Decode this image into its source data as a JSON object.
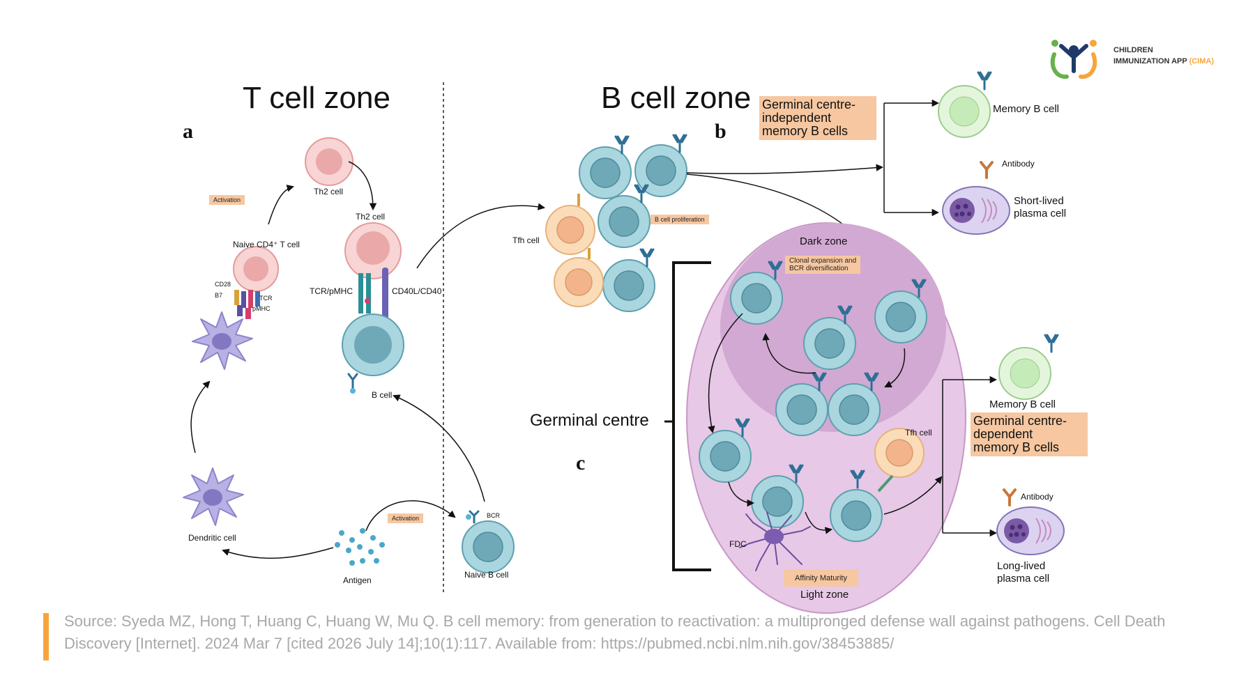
{
  "logo": {
    "line1": "CHILDREN",
    "line2": "IMMUNIZATION APP",
    "accent": "(CIMA)",
    "brand_orange": "#f7a53b",
    "brand_green": "#6ab04c",
    "brand_navy": "#1f3a68"
  },
  "titles": {
    "t_zone": "T cell zone",
    "b_zone": "B cell zone"
  },
  "panels": {
    "a": "a",
    "b": "b",
    "c": "c"
  },
  "labels": {
    "th2_top": "Th2 cell",
    "th2_mid": "Th2 cell",
    "naive_cd4": "Naive CD4⁺ T cell",
    "cd28": "CD28",
    "b7": "B7",
    "tcr": "TCR",
    "pmhc": "pMHC",
    "tcr_pmhc": "TCR/pMHC",
    "cd40": "CD40L/CD40",
    "b_cell": "B cell",
    "dendritic": "Dendritic cell",
    "antigen": "Antigen",
    "bcr": "BCR",
    "naive_b": "Naive B cell",
    "tfh_b": "Tfh cell",
    "memory_b_top": "Memory B cell",
    "antibody_top": "Antibody",
    "short_lived": "Short-lived\nplasma cell",
    "dark_zone": "Dark zone",
    "tfh_c": "Tfh cell",
    "memory_b_right": "Memory B cell",
    "antibody_right": "Antibody",
    "long_lived": "Long-lived\nplasma cell",
    "fdc": "FDC",
    "light_zone": "Light zone",
    "germinal_centre": "Germinal centre"
  },
  "tags": {
    "activation_1": "Activation",
    "activation_2": "Activation",
    "b_prolif": "B cell proliferation",
    "clonal": "Clonal expansion and\nBCR diversification",
    "affinity": "Affinity Maturity",
    "gc_independent": "Germinal centre-\nindependent\nmemory B cells",
    "gc_dependent": "Germinal centre-\ndependent\nmemory B cells"
  },
  "source": "Source: Syeda MZ, Hong T, Huang C, Huang W, Mu Q. B cell memory: from generation to reactivation: a multipronged defense wall against pathogens. Cell Death Discovery [Internet]. 2024 Mar 7 [cited 2026 July 14];10(1):117. Available from: https://pubmed.ncbi.nlm.nih.gov/38453885/"
}
